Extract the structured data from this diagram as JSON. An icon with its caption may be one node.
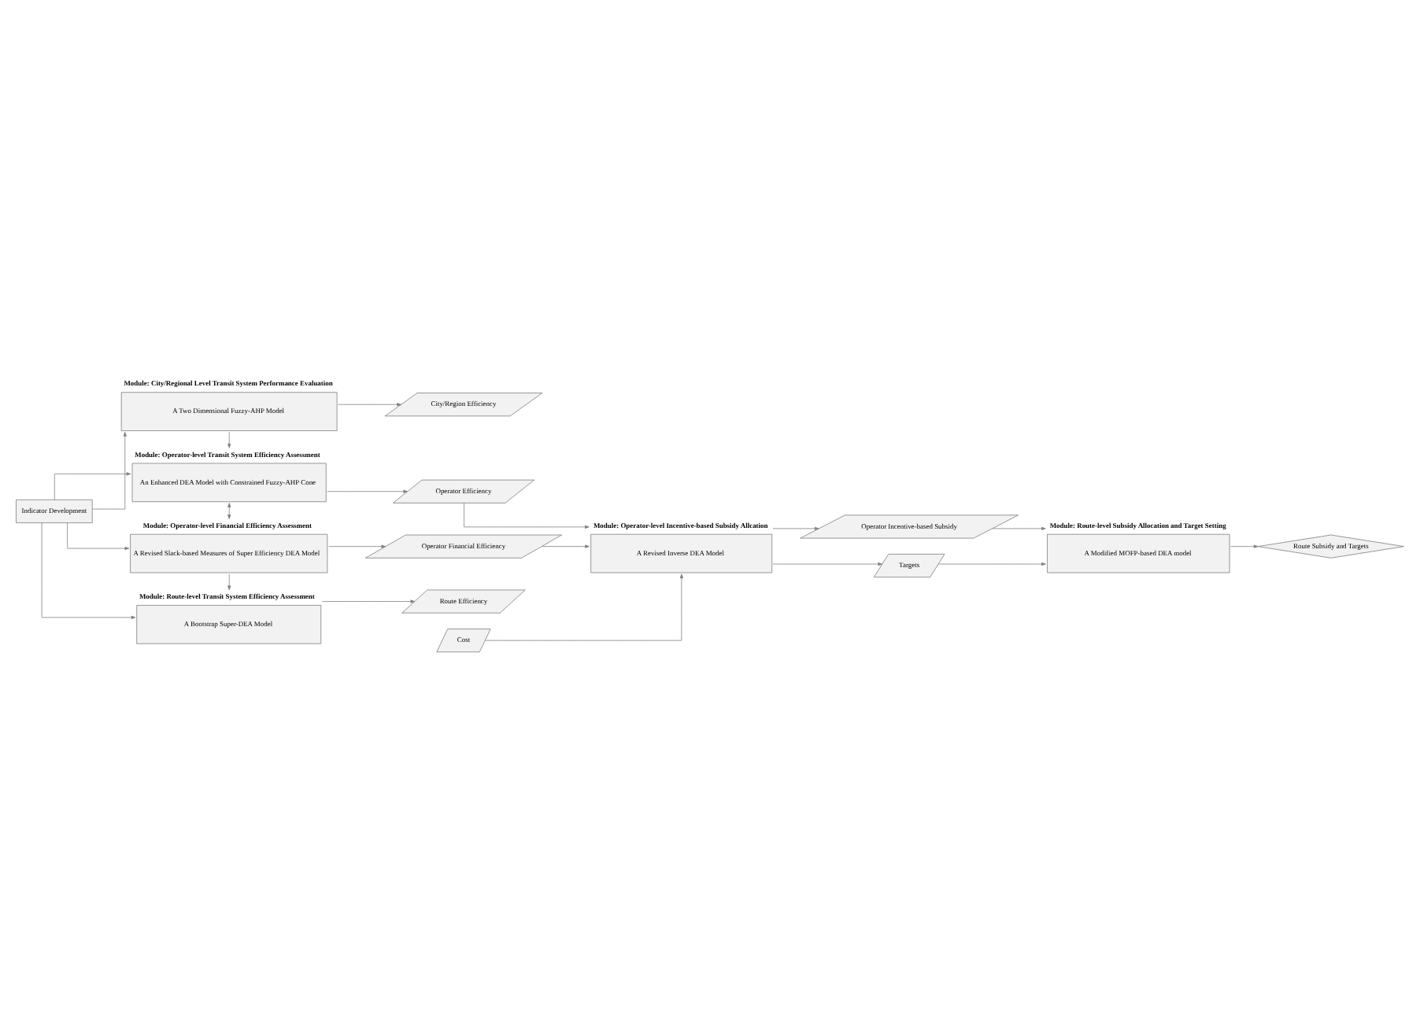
{
  "diagram": {
    "nodes": [
      {
        "text": [
          "A Two Dimensional Fuzzy-AHP Model"
        ],
        "beside": [
          "Module: City/Regional Level Transit System Performance Evaluation"
        ]
      },
      {
        "text": [
          "City/Region Efficiency"
        ]
      },
      {
        "text": [
          "Cost"
        ]
      },
      {
        "text": [
          "A Revised Inverse DEA Model"
        ],
        "beside": [
          "Module: Operator-level Incentive-based Subsidy Allcation"
        ]
      },
      {
        "text": [
          "Indicator Development"
        ]
      },
      {
        "text": [
          "An Enhanced DEA Model with Constrained Fuzzy-AHP Cone"
        ],
        "beside": [
          "Module: Operator-level Transit System Efficiency Assessment"
        ]
      },
      {
        "text": [
          "Operator Efficiency"
        ]
      },
      {
        "text": [
          "Operator Incentive-based Subsidy"
        ]
      },
      {
        "text": [
          "Targets"
        ]
      },
      {
        "text": [
          "A Revised Slack-based Measures of Super Efficiency DEA Model"
        ],
        "beside": [
          "Module: Operator-level Financial Efficiency Assessment"
        ]
      },
      {
        "text": [
          "Operator Financial Efficiency"
        ]
      },
      {
        "text": [
          "A Modified MOFP-based DEA model"
        ],
        "beside": [
          "Module: Route-level Subsidy Allocation and Target Setting"
        ]
      },
      {
        "text": [
          "A Bootstrap Super-DEA Model"
        ],
        "beside": [
          "Module: Route-level Transit System Efficiency Assessment"
        ]
      },
      {
        "text": [
          "Route Efficiency"
        ]
      },
      {
        "text": [
          "Route Subsidy and Targets"
        ]
      }
    ],
    "edges": [
      {
        "from": 4,
        "to": 0,
        "arrow": "to"
      },
      {
        "from": 4,
        "to": 5,
        "arrow": "to"
      },
      {
        "from": 4,
        "to": 9,
        "arrow": "to"
      },
      {
        "from": 4,
        "to": 12,
        "arrow": "to"
      },
      {
        "from": 0,
        "to": 5,
        "arrow": "to"
      },
      {
        "from": 5,
        "to": 9,
        "arrow": "both"
      },
      {
        "from": 9,
        "to": 12,
        "arrow": "to"
      },
      {
        "from": 0,
        "to": 1,
        "arrow": "to"
      },
      {
        "from": 5,
        "to": 6,
        "arrow": "to"
      },
      {
        "from": 9,
        "to": 10,
        "arrow": "to"
      },
      {
        "from": 12,
        "to": 13,
        "arrow": "to"
      },
      {
        "from": 6,
        "to": 3,
        "arrow": "to"
      },
      {
        "from": 10,
        "to": 3,
        "arrow": "to"
      },
      {
        "from": 2,
        "to": 3,
        "arrow": "to"
      },
      {
        "from": 3,
        "to": 7,
        "arrow": "to"
      },
      {
        "from": 3,
        "to": 8,
        "arrow": "to"
      },
      {
        "from": 7,
        "to": 11,
        "arrow": "to"
      },
      {
        "from": 8,
        "to": 11,
        "arrow": "to"
      },
      {
        "from": 11,
        "to": 14,
        "arrow": "to"
      }
    ]
  }
}
